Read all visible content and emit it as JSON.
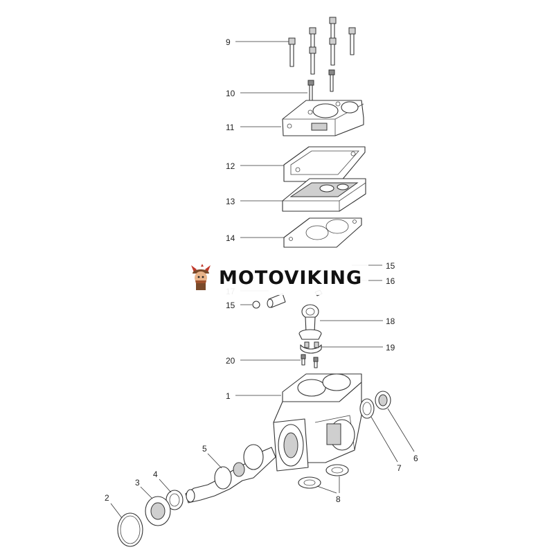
{
  "callouts": [
    "9",
    "10",
    "11",
    "12",
    "13",
    "14",
    "15",
    "16",
    "17",
    "15",
    "18",
    "19",
    "20",
    "1",
    "7",
    "6",
    "5",
    "4",
    "3",
    "2",
    "8"
  ],
  "watermark": {
    "text": "MOTOVIKING",
    "logo_icon": "viking-mascot-icon",
    "accent_color": "#c0392b"
  }
}
